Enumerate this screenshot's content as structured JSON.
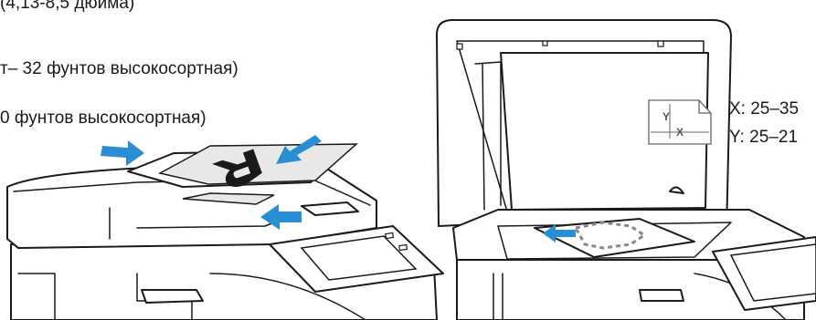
{
  "text": {
    "line1": "(4,13-8,5 дюйма)",
    "line2": "т– 32 фунтов высокосортная)",
    "line3": "0 фунтов высокосортная)",
    "dim_x": "X: 25–35",
    "dim_y": "Y: 25–21",
    "paper_y_label": "Y",
    "paper_x_label": "X"
  },
  "colors": {
    "arrow": "#2a8fd2",
    "line": "#1a1a1a",
    "paper": "#e8e8e8"
  },
  "icons": {
    "feed_arrows": "arrow-icon",
    "placement_arrow": "arrow-icon"
  }
}
